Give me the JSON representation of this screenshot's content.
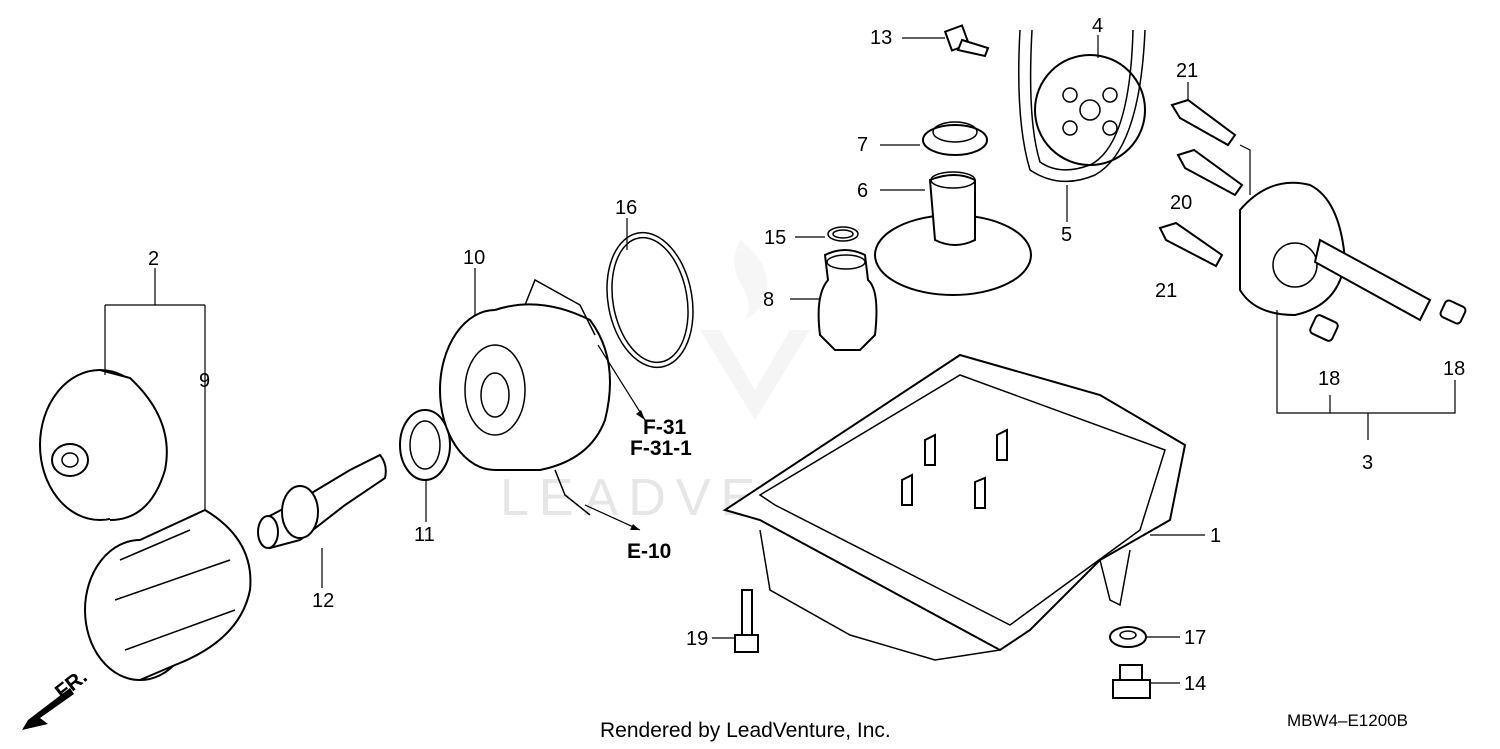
{
  "watermark": "LEADVENTURE",
  "callouts": {
    "c1": "1",
    "c2": "2",
    "c3": "3",
    "c4": "4",
    "c5": "5",
    "c6": "6",
    "c7": "7",
    "c8": "8",
    "c9": "9",
    "c10": "10",
    "c11": "11",
    "c12": "12",
    "c13": "13",
    "c14": "14",
    "c15": "15",
    "c16": "16",
    "c17": "17",
    "c18a": "18",
    "c18b": "18",
    "c19": "19",
    "c20": "20",
    "c21a": "21",
    "c21b": "21"
  },
  "references": {
    "f31": "F-31",
    "f311": "F-31-1",
    "e10": "E-10"
  },
  "direction": "FR.",
  "footer": "Rendered by LeadVenture, Inc.",
  "diagram_code": "MBW4–E1200B",
  "colors": {
    "ink": "#000000",
    "watermark": "#e6e6e6"
  }
}
